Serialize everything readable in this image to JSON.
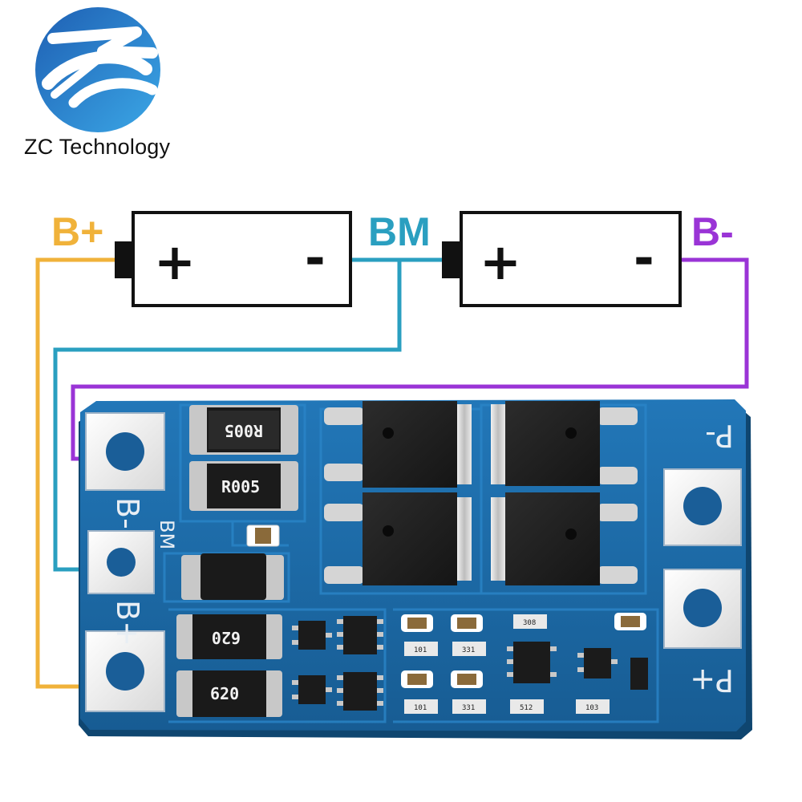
{
  "brand": {
    "name": "ZC Technology",
    "logo_icon": "zc-swoosh-logo-icon",
    "logo_colors": [
      "#1e5fb3",
      "#3ba7e6"
    ]
  },
  "wiring": {
    "labels": {
      "b_plus": "B+",
      "bm": "BM",
      "b_minus": "B-"
    },
    "colors": {
      "b_plus": "#f0b23a",
      "bm": "#2a9fc0",
      "b_minus": "#9a34d6"
    }
  },
  "batteries": [
    {
      "positive_sign": "+",
      "negative_sign": "-"
    },
    {
      "positive_sign": "+",
      "negative_sign": "-"
    }
  ],
  "pcb": {
    "board_color": "#1d6ba8",
    "pad_labels": {
      "b_minus": "B-",
      "bm": "BM",
      "b_plus": "B+",
      "p_minus": "P-",
      "p_plus": "P+"
    },
    "component_markings": {
      "resistor_1": "R005",
      "resistor_2": "R005",
      "cap_1": "620",
      "cap_2": "620",
      "small_1": "101",
      "small_2": "101",
      "small_3": "331",
      "small_4": "331",
      "small_5": "512",
      "small_6": "103",
      "small_7": "308"
    }
  }
}
